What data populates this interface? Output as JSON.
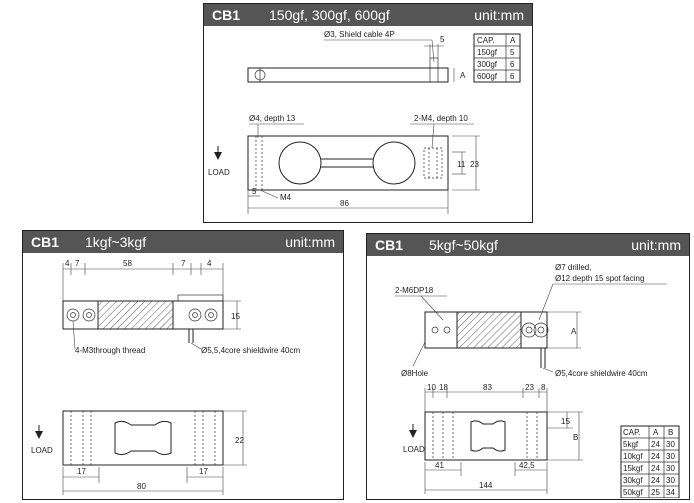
{
  "top": {
    "model": "CB1",
    "capacity": "150gf, 300gf, 600gf",
    "unit": "unit:mm",
    "labels": {
      "shield_cable": "Ø3, Shield cable 4P",
      "dim5": "5",
      "dimA": "A",
      "hole_depth": "Ø4, depth 13",
      "thread": "2-M4, depth 10",
      "m4": "M4",
      "dim5b": "5",
      "dim11": "11",
      "dim23": "23",
      "dim86": "86",
      "load": "LOAD"
    },
    "table": {
      "headers": [
        "CAP.",
        "A"
      ],
      "rows": [
        [
          "150gf",
          "5"
        ],
        [
          "300gf",
          "6"
        ],
        [
          "600gf",
          "6"
        ]
      ]
    }
  },
  "left": {
    "model": "CB1",
    "capacity": "1kgf~3kgf",
    "unit": "unit:mm",
    "labels": {
      "d4a": "4",
      "d7a": "7",
      "d58": "58",
      "d7b": "7",
      "d4b": "4",
      "d15": "15",
      "thread": "4-M3through thread",
      "wire": "Ø5,5,4core shieldwire 40cm",
      "d22": "22",
      "d17a": "17",
      "d17b": "17",
      "d80": "80",
      "load": "LOAD"
    }
  },
  "right": {
    "model": "CB1",
    "capacity": "5kgf~50kgf",
    "unit": "unit:mm",
    "labels": {
      "drilled": "Ø7 drilled,",
      "spot": "Ø12 depth 15 spot facing",
      "m6": "2-M6DP18",
      "hole8": "Ø8Hole",
      "wire": "Ø5,4core shieldwire 40cm",
      "dimA": "A",
      "d10": "10",
      "d18": "18",
      "d83": "83",
      "d23": "23",
      "d8": "8",
      "d15": "15",
      "dB": "B",
      "d41": "41",
      "d425": "42,5",
      "d144": "144",
      "load": "LOAD"
    },
    "table": {
      "headers": [
        "CAP.",
        "A",
        "B"
      ],
      "rows": [
        [
          "5kgf",
          "24",
          "30"
        ],
        [
          "10kgf",
          "24",
          "30"
        ],
        [
          "15kgf",
          "24",
          "30"
        ],
        [
          "30kgf",
          "24",
          "30"
        ],
        [
          "50kgf",
          "25",
          "34"
        ]
      ]
    }
  }
}
